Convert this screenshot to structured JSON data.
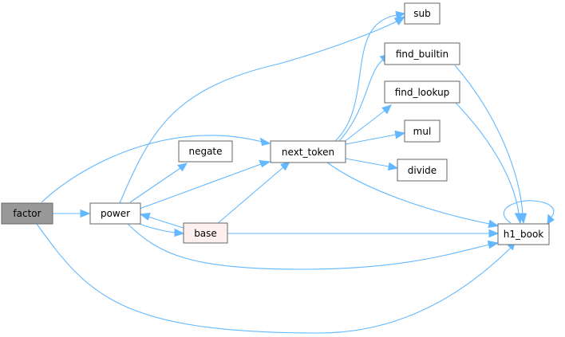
{
  "graph": {
    "nodes": {
      "factor": {
        "label": "factor",
        "fill": "#999999",
        "stroke": "#666666"
      },
      "power": {
        "label": "power",
        "fill": "#ffffff",
        "stroke": "#666666"
      },
      "negate": {
        "label": "negate",
        "fill": "#ffffff",
        "stroke": "#666666"
      },
      "base": {
        "label": "base",
        "fill": "#fff0f0",
        "stroke": "#ff0000"
      },
      "next_token": {
        "label": "next_token",
        "fill": "#ffffff",
        "stroke": "#666666"
      },
      "sub": {
        "label": "sub",
        "fill": "#ffffff",
        "stroke": "#666666"
      },
      "find_builtin": {
        "label": "find_builtin",
        "fill": "#ffffff",
        "stroke": "#666666"
      },
      "find_lookup": {
        "label": "find_lookup",
        "fill": "#ffffff",
        "stroke": "#666666"
      },
      "mul": {
        "label": "mul",
        "fill": "#ffffff",
        "stroke": "#666666"
      },
      "divide": {
        "label": "divide",
        "fill": "#ffffff",
        "stroke": "#666666"
      },
      "h1_book": {
        "label": "h1_book",
        "fill": "#ffffff",
        "stroke": "#666666"
      }
    },
    "edges": [
      {
        "from": "factor",
        "to": "power"
      },
      {
        "from": "factor",
        "to": "next_token"
      },
      {
        "from": "factor",
        "to": "h1_book"
      },
      {
        "from": "power",
        "to": "negate"
      },
      {
        "from": "power",
        "to": "next_token"
      },
      {
        "from": "power",
        "to": "sub"
      },
      {
        "from": "power",
        "to": "base"
      },
      {
        "from": "power",
        "to": "h1_book"
      },
      {
        "from": "base",
        "to": "power"
      },
      {
        "from": "base",
        "to": "next_token"
      },
      {
        "from": "base",
        "to": "h1_book"
      },
      {
        "from": "next_token",
        "to": "sub"
      },
      {
        "from": "next_token",
        "to": "find_builtin"
      },
      {
        "from": "next_token",
        "to": "find_lookup"
      },
      {
        "from": "next_token",
        "to": "mul"
      },
      {
        "from": "next_token",
        "to": "divide"
      },
      {
        "from": "next_token",
        "to": "h1_book"
      },
      {
        "from": "find_builtin",
        "to": "h1_book"
      },
      {
        "from": "find_lookup",
        "to": "h1_book"
      },
      {
        "from": "h1_book",
        "to": "h1_book"
      }
    ],
    "edge_color": "#63b8ff"
  }
}
